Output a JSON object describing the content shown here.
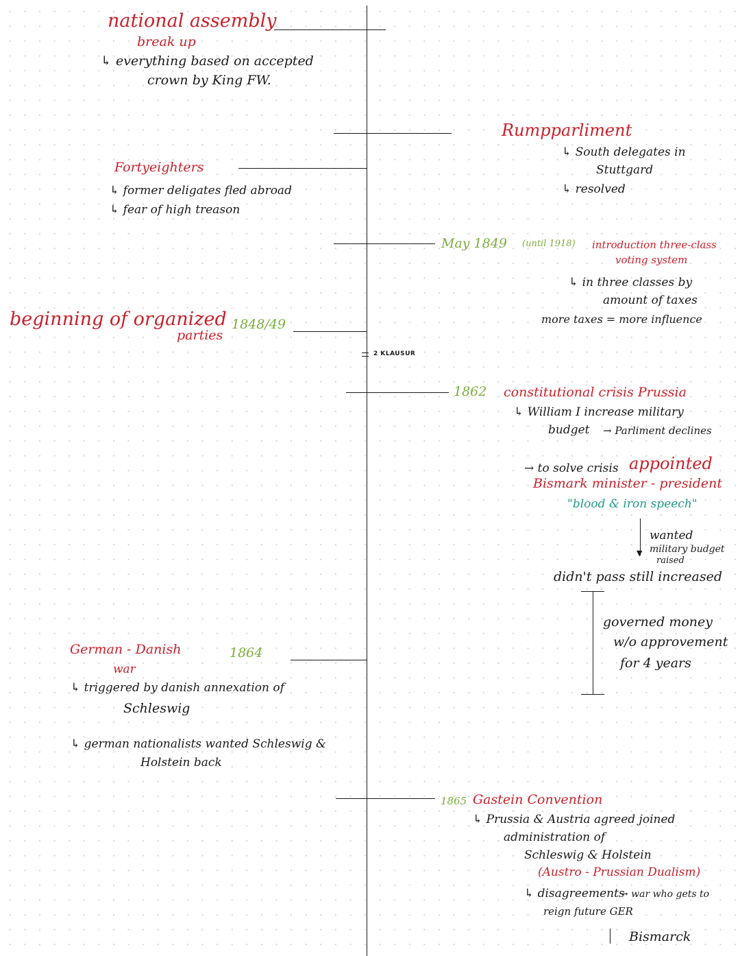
{
  "timeline": {
    "page_marker": "2 KLAUSUR",
    "left": {
      "national_assembly": {
        "title_1": "national assembly",
        "title_2": "break up",
        "note_1": "↳ everything based on accepted",
        "note_2": "crown by King FW."
      },
      "fortyeighters": {
        "title": "Fortyeighters",
        "note_1": "↳ former deligates fled abroad",
        "note_2": "↳ fear of high treason"
      },
      "parties": {
        "title_1": "beginning of organized",
        "title_2": "parties",
        "date": "1848/49"
      },
      "german_danish_war": {
        "title_1": "German - Danish",
        "title_2": "war",
        "date": "1864",
        "note_1": "↳ triggered by danish annexation of",
        "note_2": "Schleswig",
        "note_3": "↳ german nationalists wanted Schleswig &",
        "note_4": "Holstein back"
      }
    },
    "right": {
      "rumpparliament": {
        "title": "Rumpparliment",
        "note_1": "↳ South delegates in",
        "note_2": "Stuttgard",
        "note_3": "↳ resolved"
      },
      "voting_system": {
        "date_1": "May 1849",
        "until": "(until 1918)",
        "title_1": "introduction three-class",
        "title_2": "voting system",
        "note_1": "↳ in three classes by",
        "note_2": "amount of taxes",
        "note_3": "more taxes = more influence"
      },
      "constitutional_crisis": {
        "date": "1862",
        "title": "constitutional crisis Prussia",
        "note_1": "↳ William I increase military",
        "note_2": "budget",
        "note_3": "→ Parliment declines",
        "note_4": "→ to solve crisis",
        "appointed": "appointed",
        "bismarck": "Bismark minister - president",
        "speech": "\"blood & iron speech\"",
        "wanted_1": "wanted",
        "wanted_2": "military budget",
        "wanted_3": "raised",
        "didnt_pass": "didn't pass still increased",
        "governed_1": "governed money",
        "governed_2": "w/o approvement",
        "governed_3": "for 4 years"
      },
      "gastein": {
        "date": "1865",
        "title": "Gastein Convention",
        "note_1": "↳ Prussia & Austria agreed joined",
        "note_2": "administration of",
        "note_3": "Schleswig & Holstein",
        "dualism": "(Austro - Prussian Dualism)",
        "note_4": "↳ disagreements",
        "note_5": "→ war who gets to",
        "note_6": "reign future GER",
        "note_7": "Bismarck"
      }
    }
  }
}
